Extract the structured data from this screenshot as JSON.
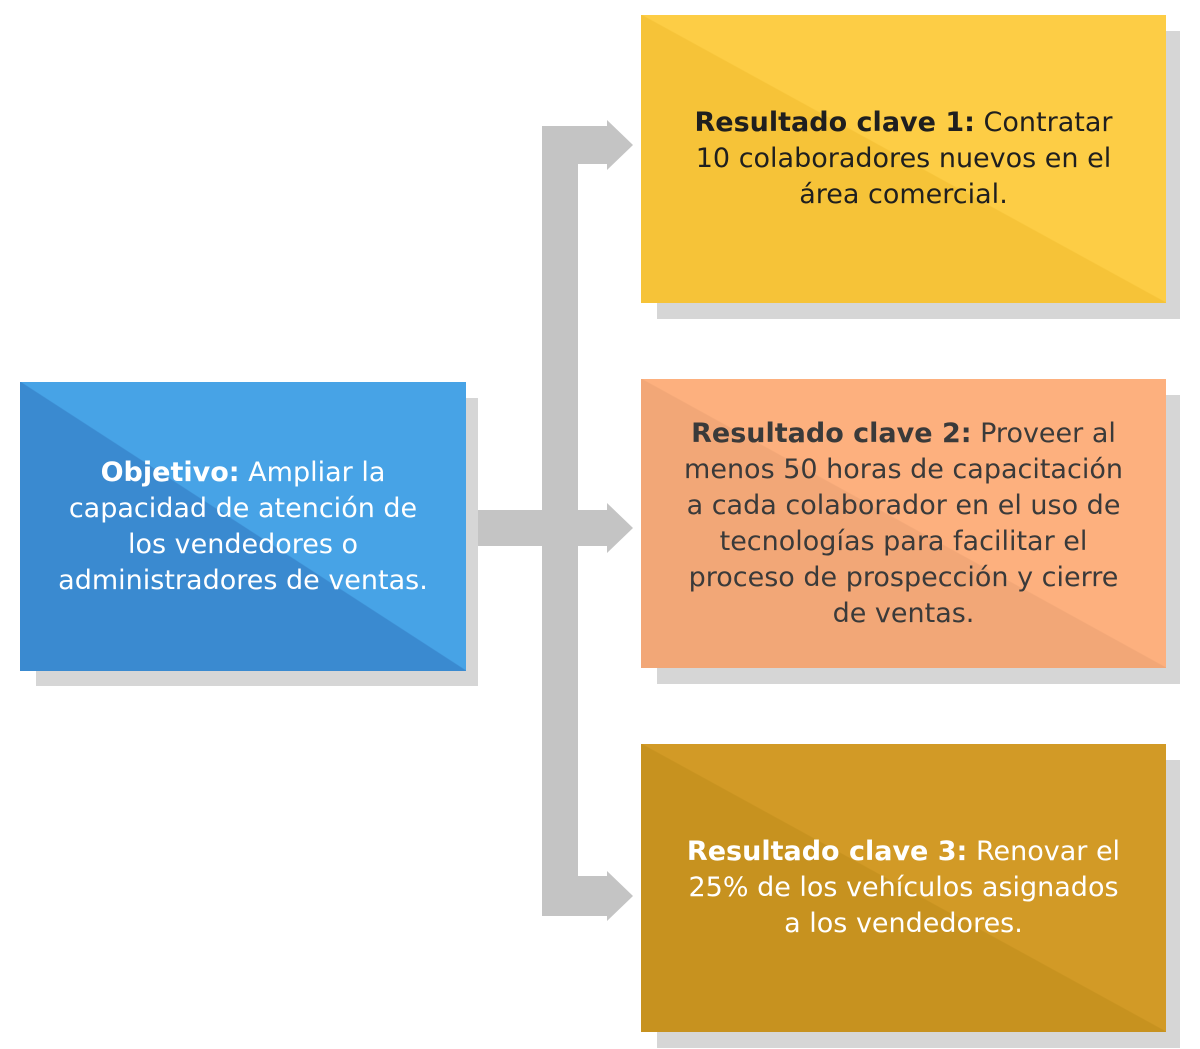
{
  "objective": {
    "label": "Objetivo:",
    "text": "Ampliar la capacidad de atención de los vendedores o administradores de ventas."
  },
  "key_results": [
    {
      "label": "Resultado clave 1:",
      "text": "Contratar 10 colaboradores nuevos en el área comercial."
    },
    {
      "label": "Resultado clave 2:",
      "text": "Proveer al menos 50 horas de capacitación a cada colaborador en el uso de tecnologías para facilitar el proceso de prospección y cierre de ventas."
    },
    {
      "label": "Resultado clave 3:",
      "text": "Renovar el 25% de los vehículos asignados a los vendedores."
    }
  ],
  "colors": {
    "objective": "#47a3e6",
    "key_result_1": "#fdcd45",
    "key_result_2": "#fdb07e",
    "key_result_3": "#d29a26",
    "connector": "#c4c4c4"
  }
}
